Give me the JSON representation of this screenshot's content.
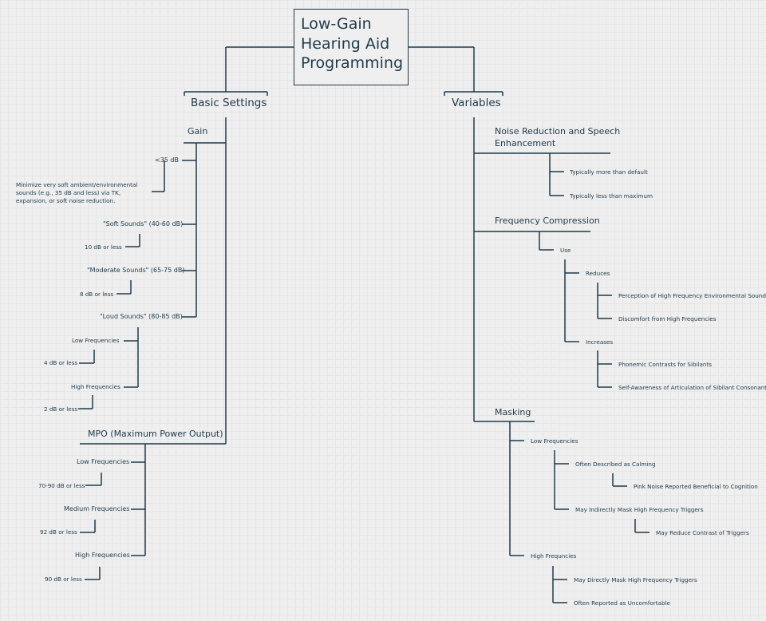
{
  "title": [
    "Low-Gain",
    "Hearing Aid",
    "Programming"
  ],
  "basic": {
    "heading": "Basic Settings",
    "gain": {
      "label": "Gain",
      "lt35": "<35 dB",
      "lt35_note": "Minimize very soft ambient/environmental sounds (e.g., 35 dB and less) via TK, expansion, or soft noise reduction.",
      "soft": "\"Soft Sounds\" (40-60 dB)",
      "soft_val": "10 dB or less",
      "moderate": "\"Moderate Sounds\" (65-75 dB)",
      "moderate_val": "8 dB or less",
      "loud": "\"Loud Sounds\" (80-85 dB)",
      "loud_low": "Low Frequencies",
      "loud_low_val": "4 dB or less",
      "loud_high": "High Frequencies",
      "loud_high_val": "2 dB or less"
    },
    "mpo": {
      "label": "MPO (Maximum Power Output)",
      "low": "Low Frequencies",
      "low_val": "70-90 dB or less",
      "medium": "Medium Frequencies",
      "medium_val": "92 dB or less",
      "high": "High Frequencies",
      "high_val": "90 dB or less"
    }
  },
  "variables": {
    "heading": "Variables",
    "noise": {
      "label": "Noise Reduction and Speech Enhancement",
      "more": "Typically more than default",
      "less": "Typically less than maximum"
    },
    "freqcomp": {
      "label": "Frequency Compression",
      "use": "Use",
      "reduces": "Reduces",
      "reduces_1": "Perception of High Frequency Environmental Sounds",
      "reduces_2": "Discomfort from High Frequencies",
      "increases": "Increases",
      "increases_1": "Phonemic Contrasts for Sibilants",
      "increases_2": "Self-Awareness of Articulation of Sibilant Consonants"
    },
    "masking": {
      "label": "Masking",
      "low": "Low Frequencies",
      "calming": "Often Described as Calming",
      "pink": "Pink Noise Reported Beneficial to Cognition",
      "indirect": "May Indirectly Mask High Frequency Triggers",
      "contrast": "May Reduce Contrast of Triggers",
      "high": "High Frequncies",
      "direct": "May Directly Mask High Frequency Triggers",
      "uncomfortable": "Often Reported as Uncomfortable"
    }
  }
}
